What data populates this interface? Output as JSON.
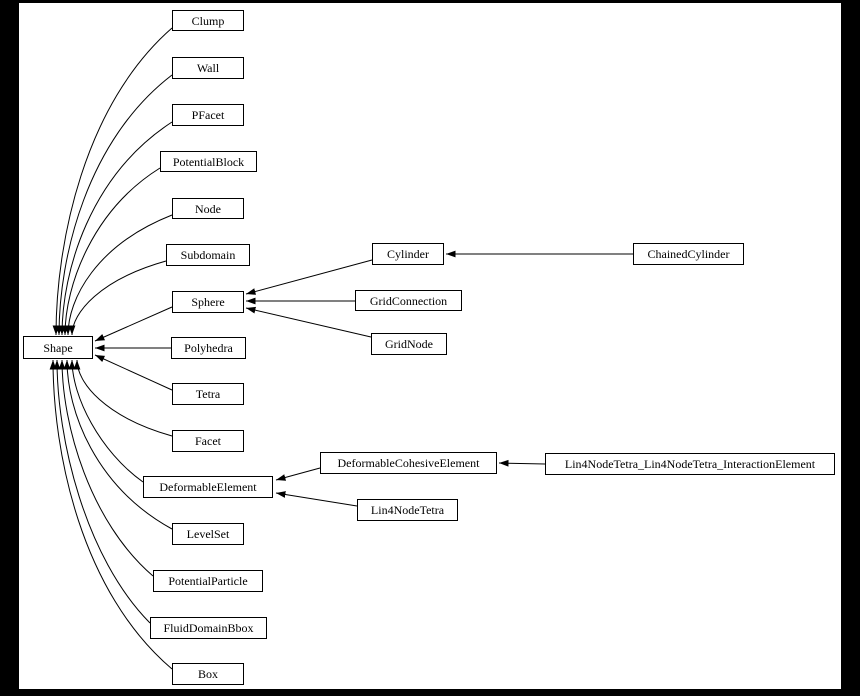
{
  "diagram": {
    "kind": "class-inheritance-graph",
    "base_class": "Shape",
    "colors": {
      "frame_background": "#000000",
      "canvas_background": "#ffffff",
      "node_fill": "#ffffff",
      "node_border": "#000000",
      "edge": "#000000",
      "text": "#000000"
    },
    "nodes": [
      {
        "id": "Shape",
        "label": "Shape"
      },
      {
        "id": "Clump",
        "label": "Clump"
      },
      {
        "id": "Wall",
        "label": "Wall"
      },
      {
        "id": "PFacet",
        "label": "PFacet"
      },
      {
        "id": "PotentialBlock",
        "label": "PotentialBlock"
      },
      {
        "id": "Node",
        "label": "Node"
      },
      {
        "id": "Subdomain",
        "label": "Subdomain"
      },
      {
        "id": "Sphere",
        "label": "Sphere"
      },
      {
        "id": "Polyhedra",
        "label": "Polyhedra"
      },
      {
        "id": "Tetra",
        "label": "Tetra"
      },
      {
        "id": "Facet",
        "label": "Facet"
      },
      {
        "id": "DeformableElement",
        "label": "DeformableElement"
      },
      {
        "id": "LevelSet",
        "label": "LevelSet"
      },
      {
        "id": "PotentialParticle",
        "label": "PotentialParticle"
      },
      {
        "id": "FluidDomainBbox",
        "label": "FluidDomainBbox"
      },
      {
        "id": "Box",
        "label": "Box"
      },
      {
        "id": "Cylinder",
        "label": "Cylinder"
      },
      {
        "id": "GridConnection",
        "label": "GridConnection"
      },
      {
        "id": "GridNode",
        "label": "GridNode"
      },
      {
        "id": "DeformableCohesiveElement",
        "label": "DeformableCohesiveElement"
      },
      {
        "id": "Lin4NodeTetra",
        "label": "Lin4NodeTetra"
      },
      {
        "id": "ChainedCylinder",
        "label": "ChainedCylinder"
      },
      {
        "id": "Lin4NodeTetra_Lin4NodeTetra_InteractionElement",
        "label": "Lin4NodeTetra_Lin4NodeTetra_InteractionElement"
      }
    ],
    "edges": [
      {
        "from": "Clump",
        "to": "Shape"
      },
      {
        "from": "Wall",
        "to": "Shape"
      },
      {
        "from": "PFacet",
        "to": "Shape"
      },
      {
        "from": "PotentialBlock",
        "to": "Shape"
      },
      {
        "from": "Node",
        "to": "Shape"
      },
      {
        "from": "Subdomain",
        "to": "Shape"
      },
      {
        "from": "Sphere",
        "to": "Shape"
      },
      {
        "from": "Polyhedra",
        "to": "Shape"
      },
      {
        "from": "Tetra",
        "to": "Shape"
      },
      {
        "from": "Facet",
        "to": "Shape"
      },
      {
        "from": "DeformableElement",
        "to": "Shape"
      },
      {
        "from": "LevelSet",
        "to": "Shape"
      },
      {
        "from": "PotentialParticle",
        "to": "Shape"
      },
      {
        "from": "FluidDomainBbox",
        "to": "Shape"
      },
      {
        "from": "Box",
        "to": "Shape"
      },
      {
        "from": "Cylinder",
        "to": "Sphere"
      },
      {
        "from": "GridConnection",
        "to": "Sphere"
      },
      {
        "from": "GridNode",
        "to": "Sphere"
      },
      {
        "from": "ChainedCylinder",
        "to": "Cylinder"
      },
      {
        "from": "DeformableCohesiveElement",
        "to": "DeformableElement"
      },
      {
        "from": "Lin4NodeTetra",
        "to": "DeformableElement"
      },
      {
        "from": "Lin4NodeTetra_Lin4NodeTetra_InteractionElement",
        "to": "DeformableCohesiveElement"
      }
    ]
  }
}
